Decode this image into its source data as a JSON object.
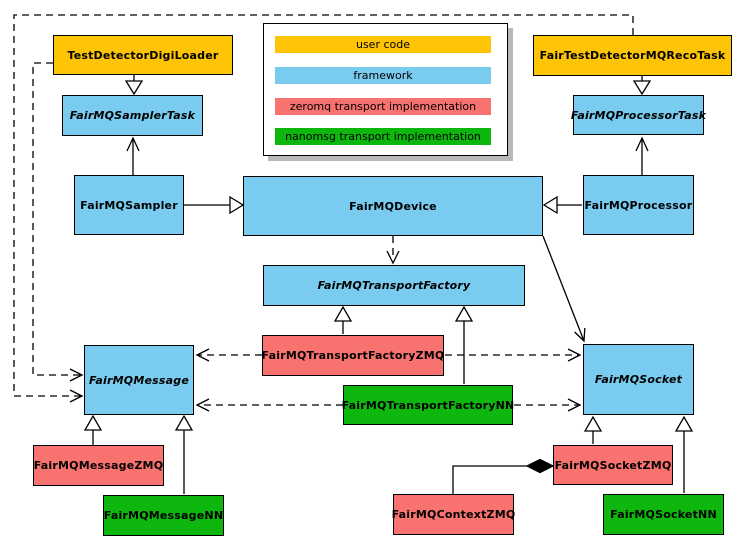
{
  "diagram": {
    "kind": "UML class diagram",
    "subject": "FairMQ framework transport classes"
  },
  "colors": {
    "user_code": "#fcc405",
    "framework": "#79ccf0",
    "zeromq_transport": "#f8736f",
    "nanomsg_transport": "#0db70d",
    "border": "#000000",
    "background": "#ffffff",
    "legend_shadow": "#b9b9b9"
  },
  "legend": {
    "items": [
      {
        "label": "user code",
        "color": "#fcc405"
      },
      {
        "label": "framework",
        "color": "#79ccf0"
      },
      {
        "label": "zeromq transport implementation",
        "color": "#f8736f"
      },
      {
        "label": "nanomsg transport implementation",
        "color": "#0db70d"
      }
    ]
  },
  "nodes": {
    "test_detector_digi_loader": {
      "label": "TestDetectorDigiLoader",
      "category": "user code",
      "abstract": false
    },
    "fair_test_detector_mq_reco_task": {
      "label": "FairTestDetectorMQRecoTask",
      "category": "user code",
      "abstract": false
    },
    "fair_mq_sampler_task": {
      "label": "FairMQSamplerTask",
      "category": "framework",
      "abstract": true
    },
    "fair_mq_processor_task": {
      "label": "FairMQProcessorTask",
      "category": "framework",
      "abstract": true
    },
    "fair_mq_sampler": {
      "label": "FairMQSampler",
      "category": "framework",
      "abstract": false
    },
    "fair_mq_device": {
      "label": "FairMQDevice",
      "category": "framework",
      "abstract": false
    },
    "fair_mq_processor": {
      "label": "FairMQProcessor",
      "category": "framework",
      "abstract": false
    },
    "fair_mq_transport_factory": {
      "label": "FairMQTransportFactory",
      "category": "framework",
      "abstract": true
    },
    "fair_mq_transport_factory_zmq": {
      "label": "FairMQTransportFactoryZMQ",
      "category": "zeromq transport implementation",
      "abstract": false
    },
    "fair_mq_transport_factory_nn": {
      "label": "FairMQTransportFactoryNN",
      "category": "nanomsg transport implementation",
      "abstract": false
    },
    "fair_mq_message": {
      "label": "FairMQMessage",
      "category": "framework",
      "abstract": true
    },
    "fair_mq_socket": {
      "label": "FairMQSocket",
      "category": "framework",
      "abstract": true
    },
    "fair_mq_message_zmq": {
      "label": "FairMQMessageZMQ",
      "category": "zeromq transport implementation",
      "abstract": false
    },
    "fair_mq_message_nn": {
      "label": "FairMQMessageNN",
      "category": "nanomsg transport implementation",
      "abstract": false
    },
    "fair_mq_socket_zmq": {
      "label": "FairMQSocketZMQ",
      "category": "zeromq transport implementation",
      "abstract": false
    },
    "fair_mq_socket_nn": {
      "label": "FairMQSocketNN",
      "category": "nanomsg transport implementation",
      "abstract": false
    },
    "fair_mq_context_zmq": {
      "label": "FairMQContextZMQ",
      "category": "zeromq transport implementation",
      "abstract": false
    }
  },
  "edges": [
    {
      "from": "TestDetectorDigiLoader",
      "to": "FairMQSamplerTask",
      "type": "generalization",
      "line": "solid"
    },
    {
      "from": "FairMQSampler",
      "to": "FairMQSamplerTask",
      "type": "directed association",
      "line": "solid"
    },
    {
      "from": "FairMQSampler",
      "to": "FairMQDevice",
      "type": "generalization",
      "line": "solid"
    },
    {
      "from": "FairTestDetectorMQRecoTask",
      "to": "FairMQProcessorTask",
      "type": "generalization",
      "line": "solid"
    },
    {
      "from": "FairMQProcessor",
      "to": "FairMQProcessorTask",
      "type": "directed association",
      "line": "solid"
    },
    {
      "from": "FairMQProcessor",
      "to": "FairMQDevice",
      "type": "generalization",
      "line": "solid"
    },
    {
      "from": "FairMQDevice",
      "to": "FairMQTransportFactory",
      "type": "dependency",
      "line": "dashed"
    },
    {
      "from": "FairMQDevice",
      "to": "FairMQSocket",
      "type": "directed association",
      "line": "solid"
    },
    {
      "from": "FairMQTransportFactoryZMQ",
      "to": "FairMQTransportFactory",
      "type": "generalization",
      "line": "solid"
    },
    {
      "from": "FairMQTransportFactoryNN",
      "to": "FairMQTransportFactory",
      "type": "generalization",
      "line": "solid"
    },
    {
      "from": "FairMQTransportFactoryZMQ",
      "to": "FairMQMessage",
      "type": "dependency",
      "line": "dashed"
    },
    {
      "from": "FairMQTransportFactoryZMQ",
      "to": "FairMQSocket",
      "type": "dependency",
      "line": "dashed"
    },
    {
      "from": "FairMQTransportFactoryNN",
      "to": "FairMQMessage",
      "type": "dependency",
      "line": "dashed"
    },
    {
      "from": "FairMQTransportFactoryNN",
      "to": "FairMQSocket",
      "type": "dependency",
      "line": "dashed"
    },
    {
      "from": "TestDetectorDigiLoader",
      "to": "FairMQMessage",
      "type": "dependency",
      "line": "dashed"
    },
    {
      "from": "FairTestDetectorMQRecoTask",
      "to": "FairMQMessage",
      "type": "dependency",
      "line": "dashed"
    },
    {
      "from": "FairMQMessageZMQ",
      "to": "FairMQMessage",
      "type": "generalization",
      "line": "solid"
    },
    {
      "from": "FairMQMessageNN",
      "to": "FairMQMessage",
      "type": "generalization",
      "line": "solid"
    },
    {
      "from": "FairMQSocketZMQ",
      "to": "FairMQSocket",
      "type": "generalization",
      "line": "solid"
    },
    {
      "from": "FairMQSocketNN",
      "to": "FairMQSocket",
      "type": "generalization",
      "line": "solid"
    },
    {
      "from": "FairMQContextZMQ",
      "to": "FairMQSocketZMQ",
      "type": "composition",
      "line": "solid"
    }
  ]
}
